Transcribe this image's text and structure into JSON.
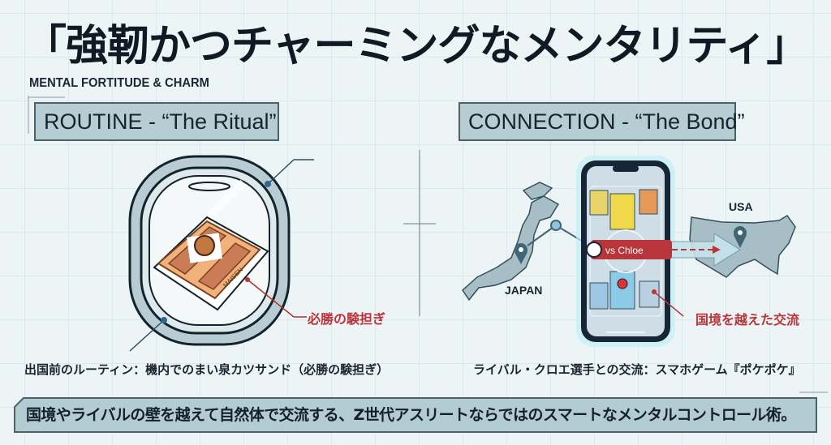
{
  "header": {
    "title": "「強靭かつチャーミングなメンタリティ」",
    "subtitle": "MENTAL FORTITUDE & CHARM"
  },
  "left_panel": {
    "section_label": "ROUTINE - “The Ritual”",
    "callout": "必勝の験担ぎ",
    "package_brand": "MAISEN",
    "caption": "出国前のルーティン：機内でのまい泉カツサンド（必勝の験担ぎ）"
  },
  "right_panel": {
    "section_label": "CONNECTION - “The Bond”",
    "map_label_origin": "JAPAN",
    "map_label_destination": "USA",
    "match_label": "vs Chloe",
    "callout": "国境を越えた交流",
    "caption": "ライバル・クロエ選手との交流：スマホゲーム『ポケポケ』"
  },
  "footer": {
    "banner": "国境やライバルの壁を越えて自然体で交流する、Z世代アスリートならではのスマートなメンタルコントロール術。"
  },
  "colors": {
    "accent_red": "#b8353a",
    "section_fill": "#b6cdd3",
    "map_fill": "#9fb8c2",
    "glow": "#6fe0ee"
  }
}
